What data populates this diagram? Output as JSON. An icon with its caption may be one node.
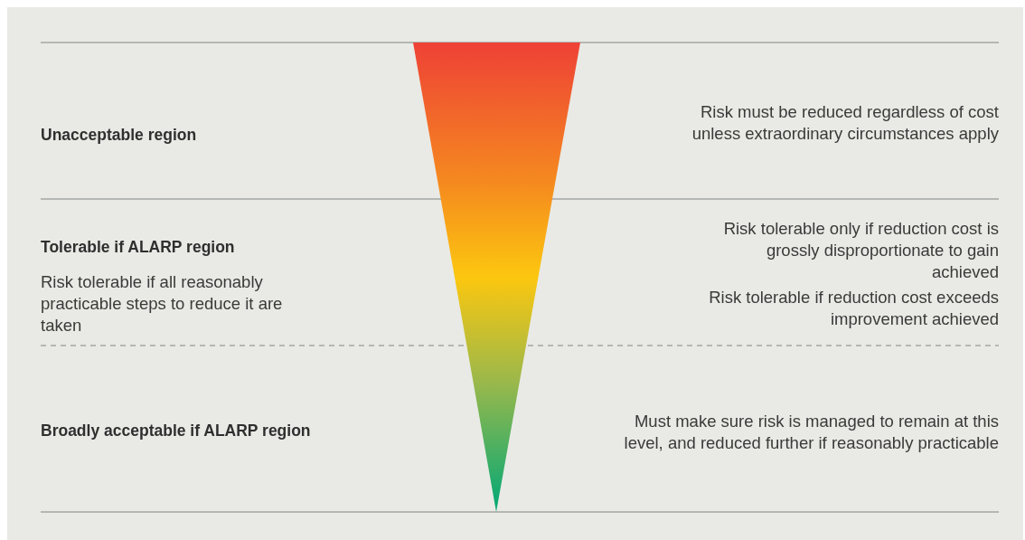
{
  "diagram": {
    "nodes": [
      {
        "text": [],
        "shape": "triangle"
      }
    ],
    "labels": [
      "Unacceptable region",
      "Risk must be reduced regardless of cost unless extraordinary circumstances apply",
      "Tolerable if ALARP region",
      "Risk tolerable only if reduction cost is grossly disproportionate to gain achieved",
      "Risk tolerable if all reasonably practicable steps to reduce it are taken",
      "Risk tolerable if reduction cost exceeds improvement achieved",
      "Broadly acceptable if ALARP region",
      "Must make sure risk is managed to remain at this level, and reduced further if reasonably practicable"
    ]
  }
}
